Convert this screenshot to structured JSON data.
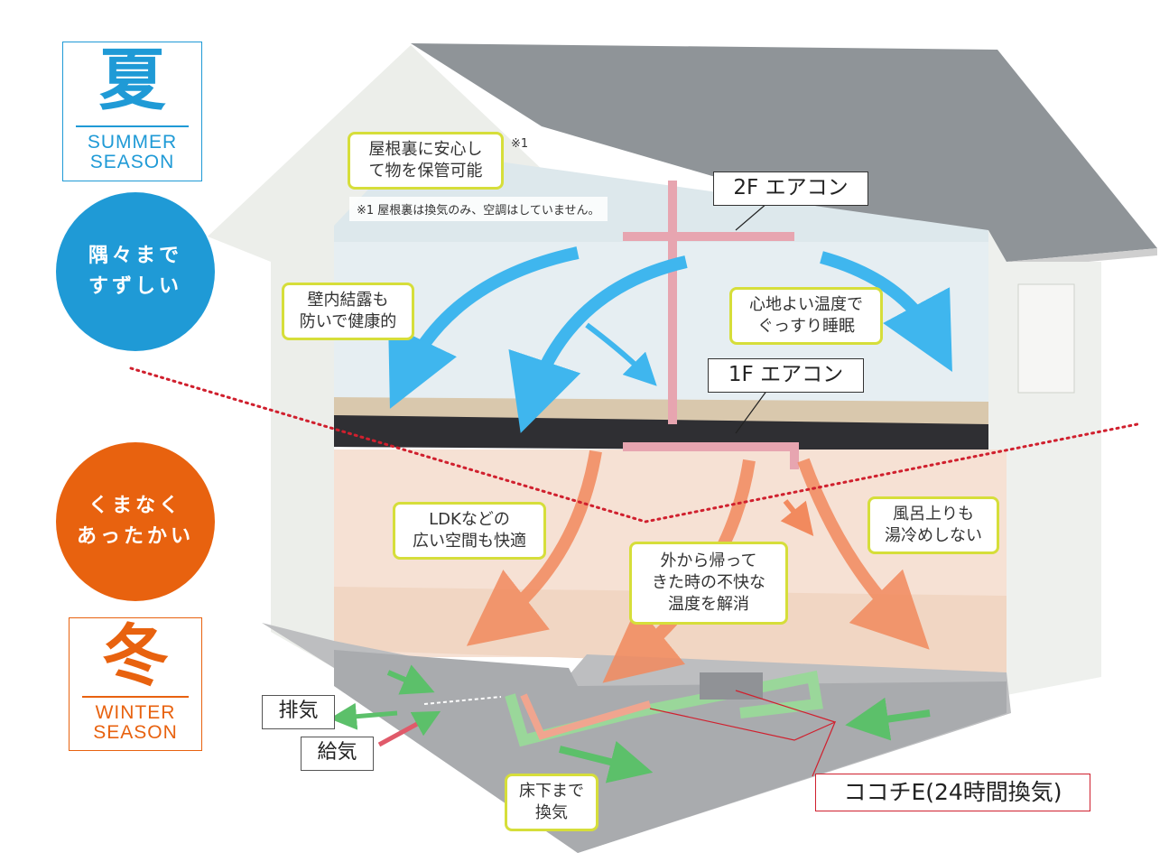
{
  "summer": {
    "kanji": "夏",
    "line1": "SUMMER",
    "line2": "SEASON",
    "color": "#1f9ad6"
  },
  "summer_badge": {
    "line1": "隅々まで",
    "line2": "すずしい",
    "color": "#1f9ad6"
  },
  "winter_badge": {
    "line1": "くまなく",
    "line2": "あったかい",
    "color": "#e8620f"
  },
  "winter": {
    "kanji": "冬",
    "line1": "WINTER",
    "line2": "SEASON",
    "color": "#e8620f"
  },
  "callouts": {
    "attic": {
      "line1": "屋根裏に安心し",
      "line2": "て物を保管可能",
      "mark": "※1"
    },
    "attic_note": "※1 屋根裏は換気のみ、空調はしていません。",
    "wall": {
      "line1": "壁内結露も",
      "line2": "防いで健康的"
    },
    "sleep": {
      "line1": "心地よい温度で",
      "line2": "ぐっすり睡眠"
    },
    "ldk": {
      "line1": "LDKなどの",
      "line2": "広い空間も快適"
    },
    "bath": {
      "line1": "風呂上りも",
      "line2": "湯冷めしない"
    },
    "return": {
      "line1": "外から帰って",
      "line2": "きた時の不快な",
      "line3": "温度を解消"
    },
    "underfloor": {
      "line1": "床下まで",
      "line2": "換気"
    }
  },
  "ac_2f": "2F エアコン",
  "ac_1f": "1F エアコン",
  "exhaust": "排気",
  "supply": "給気",
  "ventilation": "ココチE(24時間換気)",
  "colors": {
    "callout_border": "#d6de3a",
    "cool_arrow": "#3fb6ee",
    "warm_arrow": "#f28a5e",
    "vent_arrow": "#5cc06a",
    "divider": "#d0202e"
  }
}
